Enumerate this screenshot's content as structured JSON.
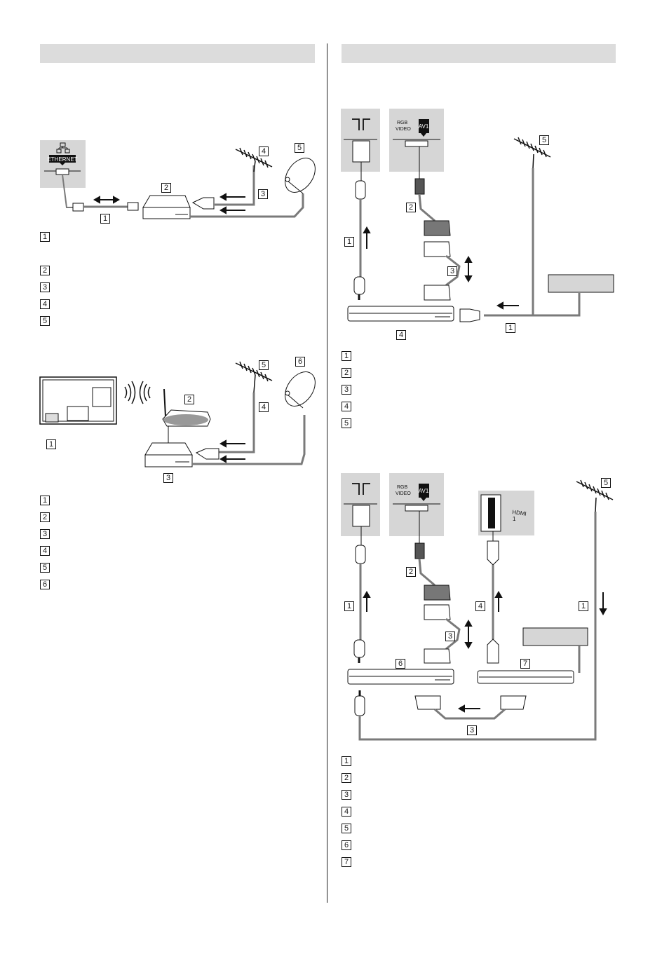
{
  "markers": {
    "one": "1",
    "two": "2",
    "three": "3",
    "four": "4",
    "five": "5",
    "six": "6",
    "seven": "7"
  },
  "port_labels": {
    "ethernet": "ETHERNET",
    "rgb": "RGB",
    "video": "VIDEO",
    "av1": "AV1",
    "hdmi": "HDMI",
    "hdmi_num": "1"
  },
  "legends": {
    "wired_lan": [
      "1",
      "2",
      "3",
      "4",
      "5"
    ],
    "wireless_lan": [
      "1",
      "2",
      "3",
      "4",
      "5",
      "6"
    ],
    "av_recorder": [
      "1",
      "2",
      "3",
      "4",
      "5"
    ],
    "av_recorder_settop": [
      "1",
      "2",
      "3",
      "4",
      "5",
      "6",
      "7"
    ]
  },
  "colors": {
    "header_bg": "#dcdcdc",
    "panel_bg": "#d6d6d6",
    "cable": "#7a7a7a",
    "line": "#111111"
  }
}
